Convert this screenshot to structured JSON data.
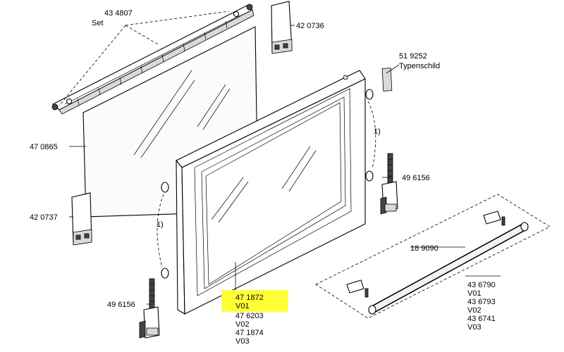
{
  "parts": {
    "set_top": {
      "number": "43 4807",
      "note": "Set"
    },
    "hinge_top": {
      "number": "42 0736"
    },
    "type_plate": {
      "number": "51 9252",
      "note": "Typenschild"
    },
    "inner_glass": {
      "number": "47 0865"
    },
    "hinge_left": {
      "number": "42 0737"
    },
    "hinge_bracket_right": {
      "number": "49 6156"
    },
    "hinge_bracket_left": {
      "number": "49 6156"
    },
    "handle_bar": {
      "number": "18 9090"
    },
    "handle_variants": [
      "43 6790",
      "V01",
      "43 6793",
      "V02",
      "43 6741",
      "V03"
    ],
    "front_door_highlighted": [
      "47 1872",
      "V01"
    ],
    "front_door_variants": [
      "47 6203",
      "V02",
      "47 1874",
      "V03"
    ],
    "footnote_marker": "1)"
  },
  "colors": {
    "highlight": "#ffff33",
    "line": "#000000"
  }
}
